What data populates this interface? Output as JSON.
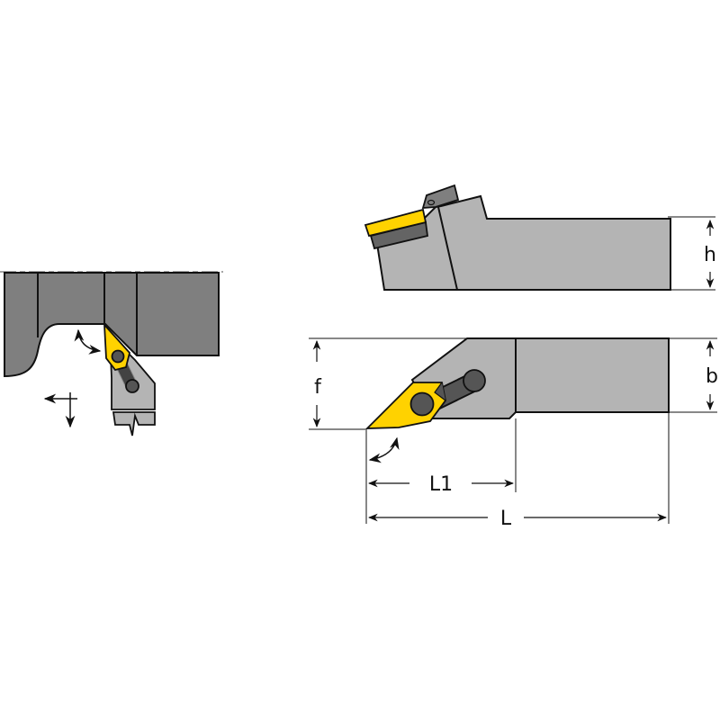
{
  "diagram": {
    "type": "Turning tool holder dimension drawing",
    "colors": {
      "workpiece": "#7f7f7f",
      "holder": "#b4b4b4",
      "insert": "#ffd200",
      "shim": "#646464",
      "screw": "#555555",
      "outline": "#111111"
    },
    "dimensions": {
      "h": "h",
      "b": "b",
      "f": "f",
      "L1": "L1",
      "L": "L"
    },
    "views": [
      {
        "name": "application-view",
        "description": "Holder profiling workpiece with feed direction arrows"
      },
      {
        "name": "side-view",
        "description": "Side elevation with height h"
      },
      {
        "name": "top-view",
        "description": "Plan view with f, b, L1, L"
      }
    ]
  }
}
